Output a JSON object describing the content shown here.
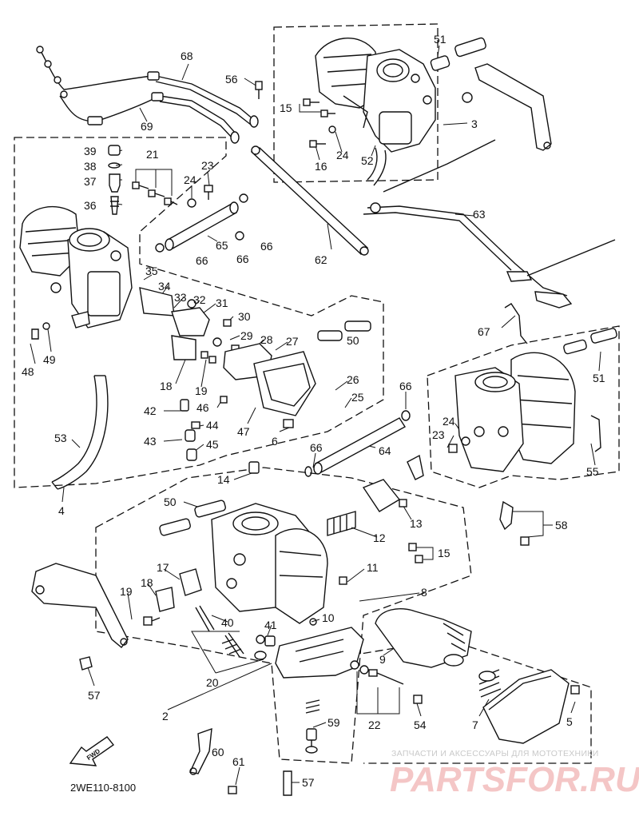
{
  "diagram_code": "2WE110-8100",
  "forward_arrow_label": "FWD",
  "watermark": {
    "caption": "ЗАПЧАСТИ И АКСЕССУАРЫ ДЛЯ МОТОТЕХНИКИ",
    "brand": "PARTSFOR.RU"
  },
  "callouts": [
    "68",
    "69",
    "56",
    "51",
    "3",
    "15",
    "16",
    "24",
    "52",
    "39",
    "38",
    "37",
    "36",
    "21",
    "24",
    "23",
    "65",
    "66",
    "66",
    "66",
    "62",
    "63",
    "35",
    "34",
    "33",
    "32",
    "31",
    "30",
    "29",
    "28",
    "27",
    "50",
    "48",
    "49",
    "18",
    "19",
    "46",
    "42",
    "44",
    "43",
    "45",
    "47",
    "6",
    "26",
    "25",
    "67",
    "51",
    "66",
    "24",
    "23",
    "64",
    "55",
    "53",
    "4",
    "66",
    "14",
    "50",
    "13",
    "12",
    "15",
    "58",
    "17",
    "18",
    "19",
    "11",
    "8",
    "40",
    "41",
    "10",
    "9",
    "20",
    "57",
    "2",
    "59",
    "22",
    "54",
    "7",
    "5",
    "60",
    "61",
    "57"
  ]
}
